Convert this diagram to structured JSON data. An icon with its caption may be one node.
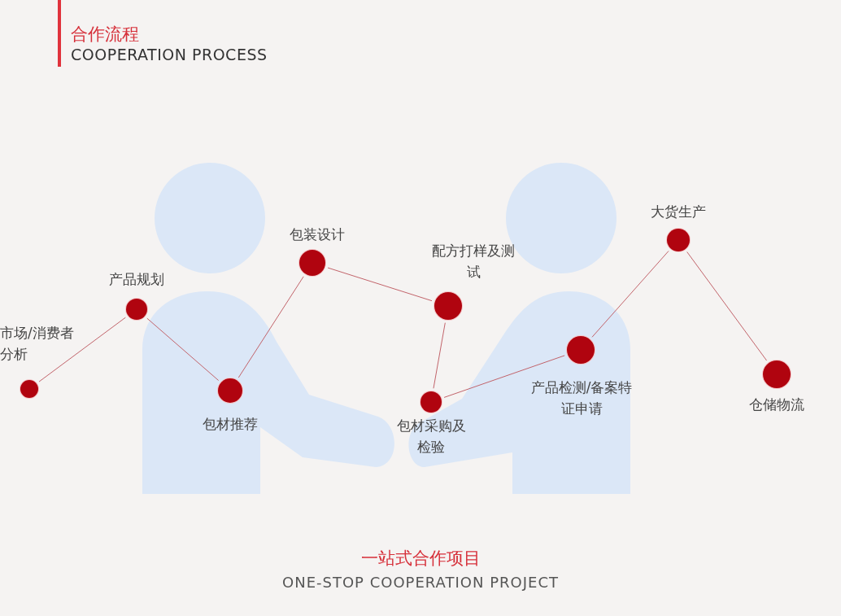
{
  "diagram": {
    "title": "合作流程",
    "caption": "一站式合作项目",
    "nodes": [
      {
        "text": [],
        "shape": "circle",
        "beside": [
          "市场/消费者分析"
        ]
      },
      {
        "text": [],
        "shape": "circle",
        "beside": [
          "产品规划"
        ]
      },
      {
        "text": [],
        "shape": "circle",
        "beside": [
          "包材推荐"
        ]
      },
      {
        "text": [],
        "shape": "circle",
        "beside": [
          "包装设计"
        ]
      },
      {
        "text": [],
        "shape": "circle",
        "beside": [
          "配方打样及测试"
        ]
      },
      {
        "text": [],
        "shape": "circle",
        "beside": [
          "包材采购及检验"
        ]
      },
      {
        "text": [],
        "shape": "circle",
        "beside": [
          "产品检测/备案特证申请"
        ]
      },
      {
        "text": [],
        "shape": "circle",
        "beside": [
          "大货生产"
        ]
      },
      {
        "text": [],
        "shape": "circle",
        "beside": [
          "仓储物流"
        ]
      }
    ],
    "edges": [
      {
        "from": 0,
        "to": 1,
        "arrow": "none"
      },
      {
        "from": 1,
        "to": 2,
        "arrow": "none"
      },
      {
        "from": 2,
        "to": 3,
        "arrow": "none"
      },
      {
        "from": 3,
        "to": 4,
        "arrow": "none"
      },
      {
        "from": 4,
        "to": 5,
        "arrow": "none"
      },
      {
        "from": 5,
        "to": 6,
        "arrow": "none"
      },
      {
        "from": 6,
        "to": 7,
        "arrow": "none"
      },
      {
        "from": 7,
        "to": 8,
        "arrow": "none"
      }
    ],
    "labels": [
      "COOPERATION PROCESS",
      "ONE-STOP COOPERATION PROJECT"
    ]
  }
}
